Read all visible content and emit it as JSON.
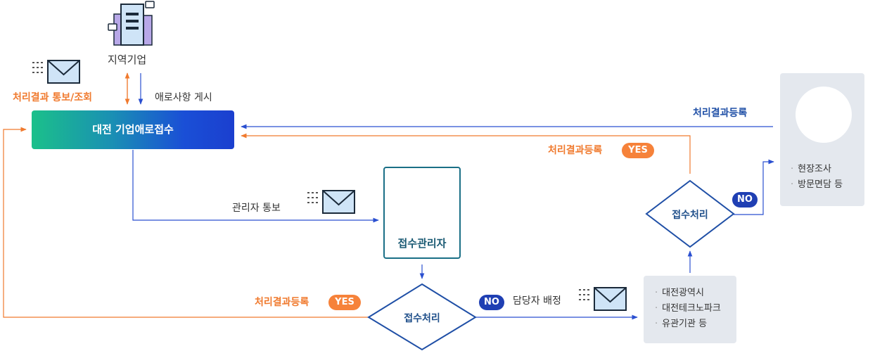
{
  "company": {
    "label": "지역기업"
  },
  "main_box": {
    "label": "대전 기업애로접수"
  },
  "manager": {
    "label": "접수관리자"
  },
  "decision_left": {
    "label": "접수처리"
  },
  "decision_right": {
    "label": "접수처리"
  },
  "labels": {
    "result_notify": "처리결과 통보/조회",
    "post_issue": "애로사항 게시",
    "admin_notify": "관리자 통보",
    "result_register_top": "처리결과등록",
    "result_register_mid": "처리결과등록",
    "result_register_bottom": "처리결과등록",
    "assign_staff": "담당자 배정"
  },
  "badges": {
    "yes_mid": "YES",
    "yes_bottom": "YES",
    "no_bottom": "NO",
    "no_right": "NO"
  },
  "agencies": {
    "items": [
      "대전광역시",
      "대전테크노파크",
      "유관기관 등"
    ]
  },
  "field": {
    "items": [
      "현장조사",
      "방문면담 등"
    ]
  },
  "colors": {
    "orange": "#f07a2e",
    "blue": "#1f4fa6",
    "grey_box": "#e4e8ee"
  }
}
